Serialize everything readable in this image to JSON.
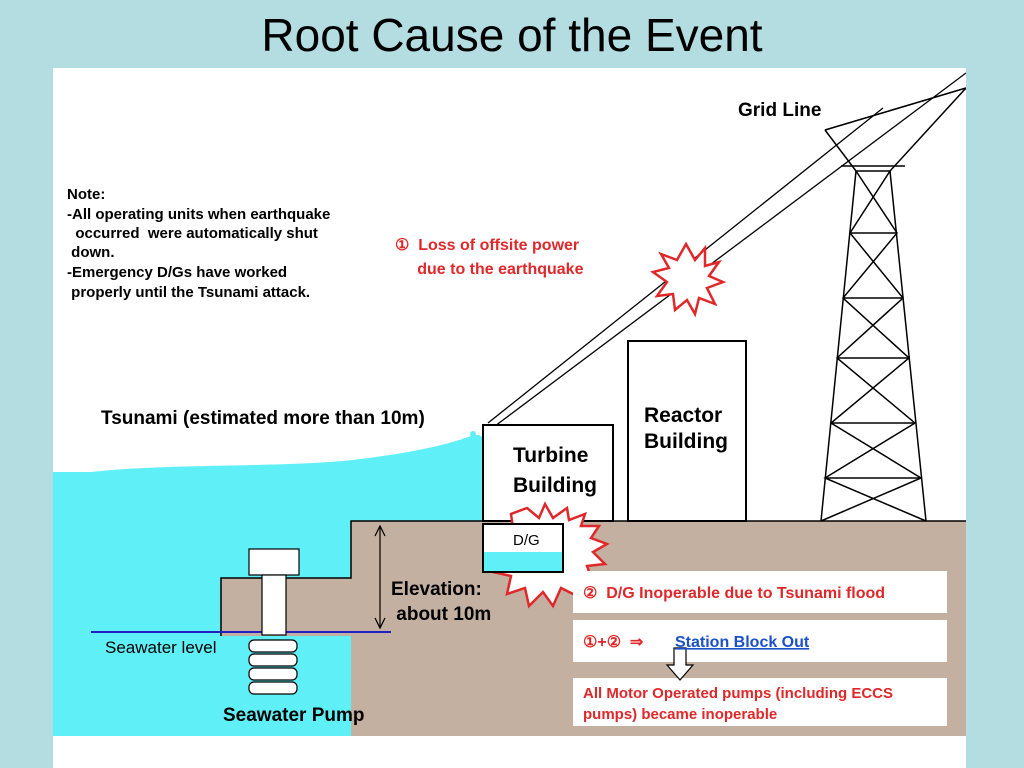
{
  "slide": {
    "title": "Root Cause of the Event"
  },
  "diagram": {
    "grid_line": "Grid Line",
    "note": {
      "lines": [
        "Note:",
        "-All operating units when earthquake",
        "  occurred  were automatically shut",
        " down.",
        "-Emergency D/Gs have worked",
        " properly until the Tsunami attack."
      ]
    },
    "loss_power": {
      "lines": [
        "①  Loss of offsite power",
        "     due to the earthquake"
      ]
    },
    "tsunami_label": "Tsunami (estimated more than 10m)",
    "reactor_building": {
      "lines": [
        "Reactor",
        "Building"
      ]
    },
    "turbine_building": {
      "lines": [
        "Turbine",
        "Building"
      ]
    },
    "dg_label": "D/G",
    "elevation": {
      "lines": [
        "Elevation:",
        " about 10m"
      ]
    },
    "dg_inoperable": "②  D/G Inoperable due to Tsunami flood",
    "combo_prefix": "①+②  ⇒",
    "station_blackout": "Station Block Out",
    "pumps_inoperable": {
      "lines": [
        "All Motor Operated pumps (including ECCS",
        "pumps) became inoperable"
      ]
    },
    "seawater_level": "Seawater level",
    "seawater_pump": "Seawater Pump"
  },
  "colors": {
    "water": "#5ff0f7",
    "ground": "#c4b0a0",
    "red": "#e0282a",
    "link": "#1a50c8",
    "seawater_line": "#2020c0"
  }
}
